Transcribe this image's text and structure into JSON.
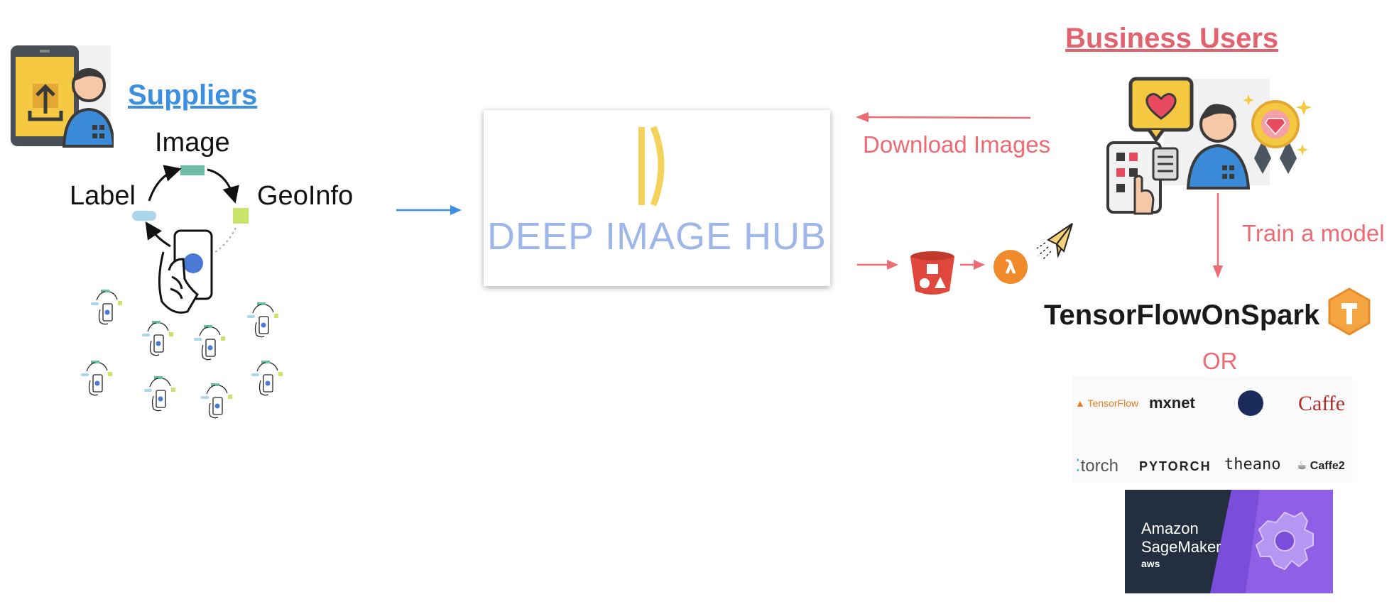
{
  "suppliers": {
    "title": "Suppliers",
    "cycle_labels": {
      "image": "Image",
      "label": "Label",
      "geo": "GeoInfo"
    }
  },
  "hub": {
    "name": "DEEP IMAGE HUB"
  },
  "business": {
    "title": "Business Users",
    "download": "Download Images",
    "train": "Train a model"
  },
  "training": {
    "tfos": "TensorFlowOnSpark",
    "or": "OR",
    "frameworks_row1": [
      "TensorFlow",
      "mxnet",
      "Caffe"
    ],
    "frameworks_row2": [
      "torch",
      "PYTORCH",
      "theano",
      "Caffe2"
    ],
    "sagemaker": {
      "line1": "Amazon",
      "line2": "SageMaker",
      "aws": "aws"
    }
  },
  "colors": {
    "blue_accent": "#3d8fe0",
    "pink_accent": "#ec6b74",
    "hub_text": "#9eb7e8",
    "hub_logo": "#f5d25a"
  }
}
